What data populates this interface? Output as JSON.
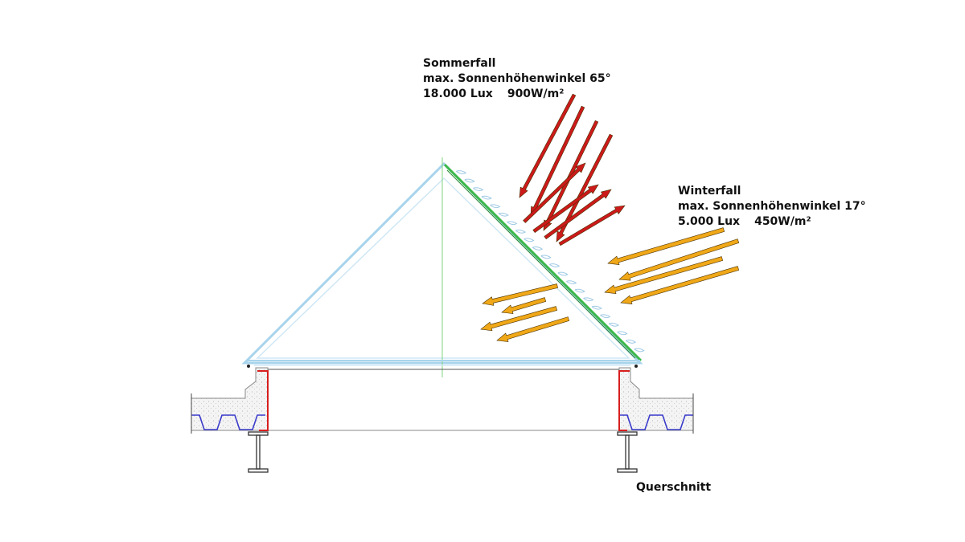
{
  "summer": {
    "title": "Sommerfall",
    "angle_line": "max. Sonnenhöhenwinkel 65°",
    "lux": "18.000 Lux",
    "irradiance": "900W/m²"
  },
  "winter": {
    "title": "Winterfall",
    "angle_line": "max. Sonnenhöhenwinkel 17°",
    "lux": "5.000 Lux",
    "irradiance": "450W/m²"
  },
  "caption": "Querschnitt",
  "colors": {
    "summer_arrow": "#cc1a1a",
    "winter_arrow": "#f0a818",
    "glass": "#a8d4ec",
    "glazing_edge": "#3cb84a",
    "centerline": "#7fd67f",
    "steel": "#d81e1e",
    "deck": "#3a3acc"
  }
}
